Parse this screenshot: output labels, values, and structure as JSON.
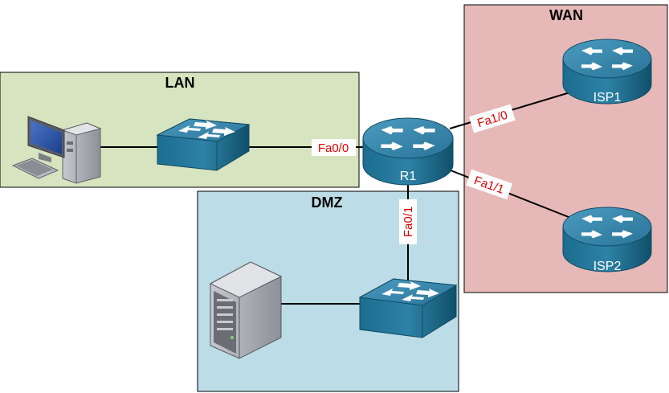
{
  "zones": {
    "lan": {
      "title": "LAN",
      "color": "#d6e4bf"
    },
    "dmz": {
      "title": "DMZ",
      "color": "#bcdde7"
    },
    "wan": {
      "title": "WAN",
      "color": "#e6b9b8"
    }
  },
  "devices": {
    "r1": {
      "label": "R1"
    },
    "isp1": {
      "label": "ISP1"
    },
    "isp2": {
      "label": "ISP2"
    }
  },
  "ports": {
    "fa0_0": "Fa0/0",
    "fa0_1": "Fa0/1",
    "fa1_0": "Fa1/0",
    "fa1_1": "Fa1/1"
  },
  "colors": {
    "device_top": "#3a86a8",
    "device_side": "#15607f",
    "port_text": "#e00000"
  }
}
